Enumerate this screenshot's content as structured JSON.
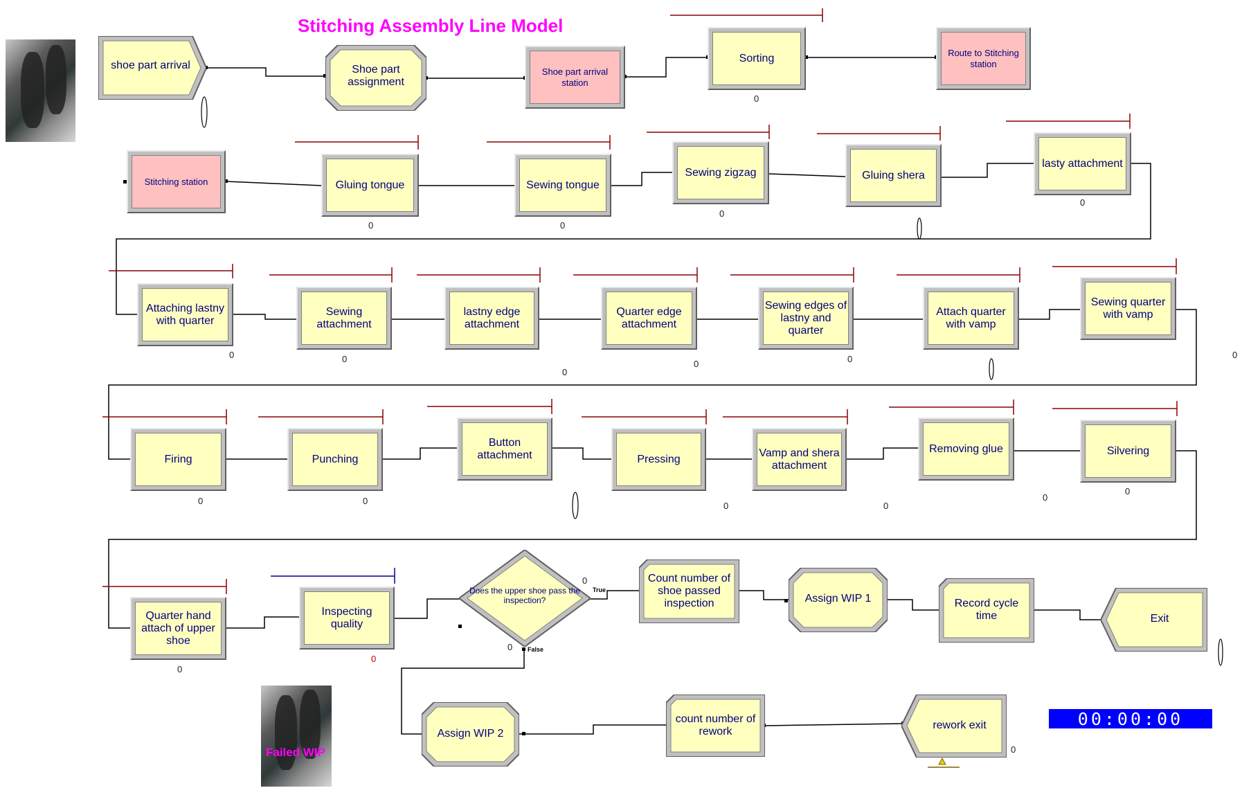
{
  "title": "Stitching Assembly Line Model",
  "modules": {
    "shoe_part_arrival": {
      "label": "shoe part arrival"
    },
    "shoe_part_assignment": {
      "label": "Shoe part assignment"
    },
    "shoe_part_arrival_station": {
      "label": "Shoe part arrival station"
    },
    "sorting": {
      "label": "Sorting",
      "count": "0"
    },
    "route_to_stitching": {
      "label": "Route to Stitching station"
    },
    "stitching_station": {
      "label": "Stitching station"
    },
    "gluing_tongue": {
      "label": "Gluing tongue",
      "count": "0"
    },
    "sewing_tongue": {
      "label": "Sewing tongue",
      "count": "0"
    },
    "sewing_zigzag": {
      "label": "Sewing zigzag",
      "count": "0"
    },
    "gluing_shera": {
      "label": "Gluing shera"
    },
    "lasty_attachment": {
      "label": "lasty attachment",
      "count": "0"
    },
    "attaching_lastny": {
      "label": "Attaching lastny with quarter",
      "count": "0"
    },
    "sewing_attachment": {
      "label": "Sewing attachment",
      "count": "0"
    },
    "lastny_edge": {
      "label": "lastny edge attachment",
      "count": "0"
    },
    "quarter_edge": {
      "label": "Quarter edge attachment",
      "count": "0"
    },
    "sewing_edges": {
      "label": "Sewing edges of lastny and quarter",
      "count": "0"
    },
    "attach_quarter_vamp": {
      "label": "Attach quarter with vamp"
    },
    "sewing_quarter_vamp": {
      "label": "Sewing quarter with vamp",
      "count": "0"
    },
    "firing": {
      "label": "Firing",
      "count": "0"
    },
    "punching": {
      "label": "Punching",
      "count": "0"
    },
    "button_attachment": {
      "label": "Button attachment"
    },
    "pressing": {
      "label": "Pressing",
      "count": "0"
    },
    "vamp_shera": {
      "label": "Vamp and shera attachment",
      "count": "0"
    },
    "removing_glue": {
      "label": "Removing glue",
      "count": "0"
    },
    "silvering": {
      "label": "Silvering",
      "count": "0"
    },
    "quarter_hand": {
      "label": "Quarter hand attach of upper shoe",
      "count": "0"
    },
    "inspecting_quality": {
      "label": "Inspecting quality",
      "count": "0"
    },
    "decide": {
      "label": "Does the upper shoe pass the inspection?",
      "count_top": "0",
      "count_bottom": "0",
      "true_label": "True",
      "false_label": "False"
    },
    "count_passed": {
      "label": "Count number of shoe passed inspection"
    },
    "assign_wip1": {
      "label": "Assign  WIP 1"
    },
    "record_cycle": {
      "label": "Record  cycle time"
    },
    "exit": {
      "label": "Exit"
    },
    "assign_wip2": {
      "label": "Assign WIP 2"
    },
    "count_rework": {
      "label": "count number of rework"
    },
    "rework_exit": {
      "label": "rework exit",
      "count": "0"
    }
  },
  "clock": "00:00:00",
  "failed_wip": "Failed  WIP",
  "colors": {
    "module_face": "#ffffc0",
    "station_face": "#ffc0c0",
    "title": "#ff00ff",
    "clock_bg": "#0000ff",
    "queue_line": "#8b0000",
    "inspect_queue_line": "#00008b"
  }
}
